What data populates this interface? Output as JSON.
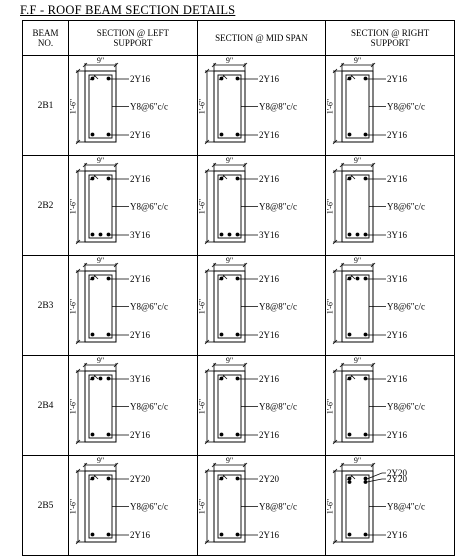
{
  "title": "F.F - ROOF BEAM SECTION DETAILS",
  "headers": {
    "beam_no": "BEAM\nNO.",
    "left": "SECTION @ LEFT\nSUPPORT",
    "mid": "SECTION @ MID SPAN",
    "right": "SECTION @ RIGHT\nSUPPORT"
  },
  "section_width_label": "9\"",
  "section_depth_label": "1'-6\"",
  "beams": [
    {
      "mark": "2B1",
      "left": {
        "top_bars": "2Y16",
        "stirrups": "Y8@6\"c/c",
        "bottom_bars": "2Y16",
        "top_count": 2,
        "bottom_count": 2
      },
      "mid": {
        "top_bars": "2Y16",
        "stirrups": "Y8@8\"c/c",
        "bottom_bars": "2Y16",
        "top_count": 2,
        "bottom_count": 2
      },
      "right": {
        "top_bars": "2Y16",
        "stirrups": "Y8@6\"c/c",
        "bottom_bars": "2Y16",
        "top_count": 2,
        "bottom_count": 2
      }
    },
    {
      "mark": "2B2",
      "left": {
        "top_bars": "2Y16",
        "stirrups": "Y8@6\"c/c",
        "bottom_bars": "3Y16",
        "top_count": 2,
        "bottom_count": 3
      },
      "mid": {
        "top_bars": "2Y16",
        "stirrups": "Y8@8\"c/c",
        "bottom_bars": "3Y16",
        "top_count": 2,
        "bottom_count": 3
      },
      "right": {
        "top_bars": "2Y16",
        "stirrups": "Y8@6\"c/c",
        "bottom_bars": "3Y16",
        "top_count": 2,
        "bottom_count": 3
      }
    },
    {
      "mark": "2B3",
      "left": {
        "top_bars": "2Y16",
        "stirrups": "Y8@6\"c/c",
        "bottom_bars": "2Y16",
        "top_count": 2,
        "bottom_count": 2
      },
      "mid": {
        "top_bars": "2Y16",
        "stirrups": "Y8@8\"c/c",
        "bottom_bars": "2Y16",
        "top_count": 2,
        "bottom_count": 2
      },
      "right": {
        "top_bars": "3Y16",
        "stirrups": "Y8@6\"c/c",
        "bottom_bars": "2Y16",
        "top_count": 3,
        "bottom_count": 2
      }
    },
    {
      "mark": "2B4",
      "left": {
        "top_bars": "3Y16",
        "stirrups": "Y8@6\"c/c",
        "bottom_bars": "2Y16",
        "top_count": 3,
        "bottom_count": 2
      },
      "mid": {
        "top_bars": "2Y16",
        "stirrups": "Y8@8\"c/c",
        "bottom_bars": "2Y16",
        "top_count": 2,
        "bottom_count": 2
      },
      "right": {
        "top_bars": "2Y16",
        "stirrups": "Y8@6\"c/c",
        "bottom_bars": "2Y16",
        "top_count": 2,
        "bottom_count": 2
      }
    },
    {
      "mark": "2B5",
      "left": {
        "top_bars": "2Y20",
        "stirrups": "Y8@6\"c/c",
        "bottom_bars": "2Y16",
        "top_count": 2,
        "bottom_count": 2
      },
      "mid": {
        "top_bars": "2Y20",
        "stirrups": "Y8@8\"c/c",
        "bottom_bars": "2Y16",
        "top_count": 2,
        "bottom_count": 2
      },
      "right": {
        "top_bars": "2Y20",
        "top_bars_2": "2Y20",
        "stirrups": "Y8@4\"c/c",
        "bottom_bars": "2Y16",
        "top_count": 4,
        "bottom_count": 2
      }
    }
  ]
}
